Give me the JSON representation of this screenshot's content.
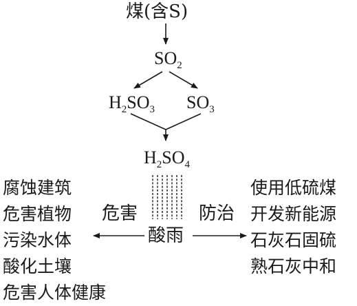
{
  "nodes": {
    "coal": {
      "main": "煤",
      "paren_open": "(",
      "paren_text": "含S",
      "paren_close": ")"
    },
    "so2": {
      "base": "SO",
      "sub": "2"
    },
    "h2so3": {
      "a": "H",
      "sub1": "2",
      "b": "SO",
      "sub2": "3"
    },
    "so3": {
      "base": "SO",
      "sub": "3"
    },
    "h2so4": {
      "a": "H",
      "sub1": "2",
      "b": "SO",
      "sub2": "4"
    },
    "acid_rain": "酸雨"
  },
  "labels": {
    "harm": "危害",
    "prevention": "防治"
  },
  "harms": [
    "腐蚀建筑",
    "危害植物",
    "污染水体",
    "酸化土壤",
    "危害人体健康"
  ],
  "prevention_measures": [
    "使用低硫煤",
    "开发新能源",
    "石灰石固硫",
    "熟石灰中和"
  ]
}
